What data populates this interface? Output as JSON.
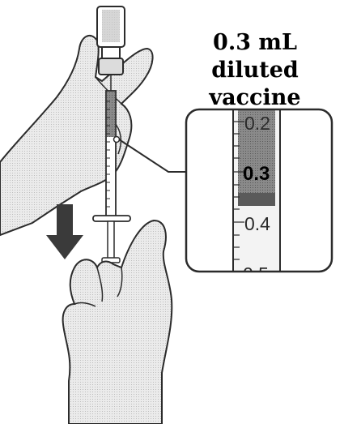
{
  "title": {
    "line1": "0.3 mL diluted",
    "line2": "vaccine"
  },
  "zoom": {
    "tick_labels": [
      "0.2",
      "0.3",
      "0.4"
    ],
    "highlight": "0.3"
  },
  "colors": {
    "outline": "#2b2b2b",
    "skin_fill": "#e7e7e7",
    "liquid": "#6e6e6e",
    "arrow": "#3a3a3a"
  },
  "icons": {
    "down_arrow": "down-arrow-icon",
    "pointer_arrow": "pointer-arrow-icon"
  }
}
